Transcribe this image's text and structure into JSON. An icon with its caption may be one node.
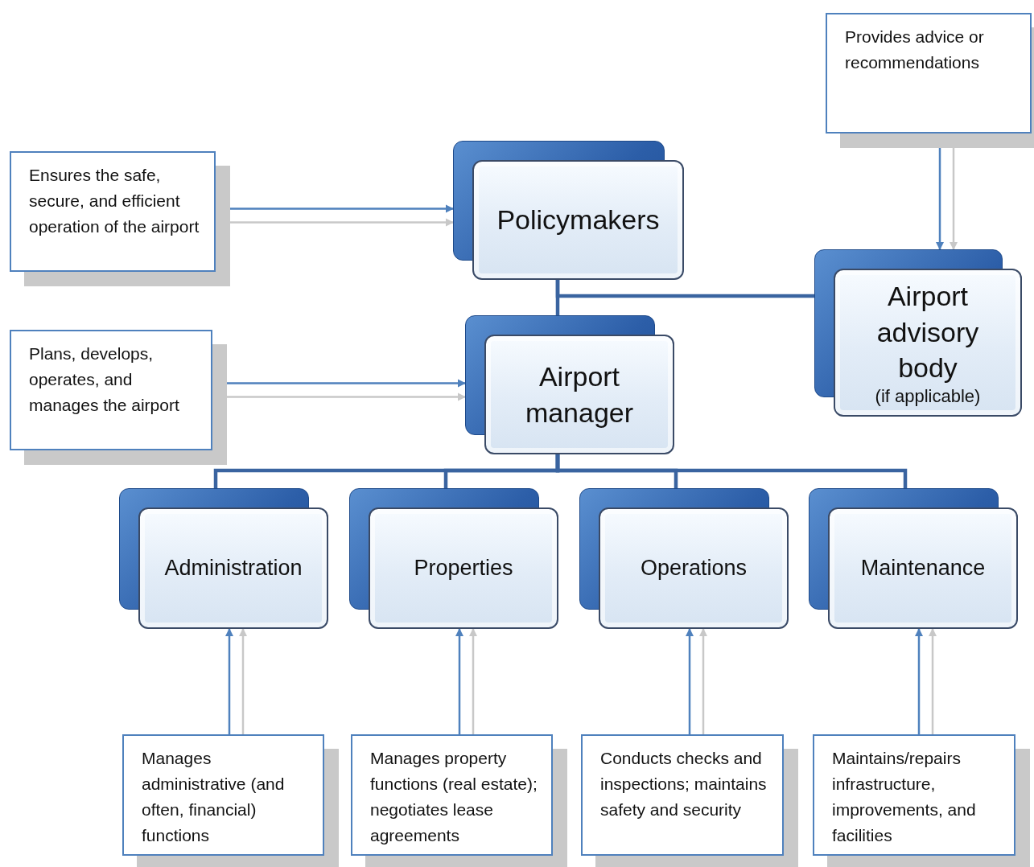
{
  "diagram": {
    "nodes": [
      {
        "text": [
          "Policymakers"
        ]
      },
      {
        "text": [
          "Airport manager"
        ]
      },
      {
        "text": [
          "Airport advisory body",
          "(if applicable)"
        ]
      },
      {
        "text": [
          "Administration"
        ]
      },
      {
        "text": [
          "Properties"
        ]
      },
      {
        "text": [
          "Operations"
        ]
      },
      {
        "text": [
          "Maintenance"
        ]
      },
      {
        "text": [
          "Ensures the safe, secure, and efficient operation of the airport"
        ]
      },
      {
        "text": [
          "Plans, develops, operates, and manages the airport"
        ]
      },
      {
        "text": [
          "Provides advice or recommendations"
        ]
      },
      {
        "text": [
          "Manages administrative (and often, financial) functions"
        ]
      },
      {
        "text": [
          "Manages property functions (real estate); negotiates lease agreements"
        ]
      },
      {
        "text": [
          "Conducts checks and inspections; maintains safety and security"
        ]
      },
      {
        "text": [
          "Maintains/repairs infrastructure, improvements, and facilities"
        ]
      }
    ],
    "edges": [
      {
        "from": 7,
        "to": 0,
        "arrow": "to"
      },
      {
        "from": 8,
        "to": 1,
        "arrow": "to"
      },
      {
        "from": 9,
        "to": 2,
        "arrow": "to"
      },
      {
        "from": 0,
        "to": 1,
        "arrow": "none",
        "style": "thick",
        "color": "#3a64a0"
      },
      {
        "from": 0,
        "to": 2,
        "arrow": "none",
        "style": "thick",
        "color": "#3a64a0"
      },
      {
        "from": 1,
        "to": 3,
        "arrow": "none",
        "style": "thick",
        "color": "#3a64a0"
      },
      {
        "from": 1,
        "to": 4,
        "arrow": "none",
        "style": "thick",
        "color": "#3a64a0"
      },
      {
        "from": 1,
        "to": 5,
        "arrow": "none",
        "style": "thick",
        "color": "#3a64a0"
      },
      {
        "from": 1,
        "to": 6,
        "arrow": "none",
        "style": "thick",
        "color": "#3a64a0"
      },
      {
        "from": 10,
        "to": 3,
        "arrow": "to"
      },
      {
        "from": 11,
        "to": 4,
        "arrow": "to"
      },
      {
        "from": 12,
        "to": 5,
        "arrow": "to"
      },
      {
        "from": 13,
        "to": 6,
        "arrow": "to"
      },
      {
        "from": 7,
        "to": 0,
        "arrow": "to",
        "color": "#c8c8c8"
      },
      {
        "from": 8,
        "to": 1,
        "arrow": "to",
        "color": "#c8c8c8"
      },
      {
        "from": 9,
        "to": 2,
        "arrow": "to",
        "color": "#c8c8c8"
      },
      {
        "from": 10,
        "to": 3,
        "arrow": "to",
        "color": "#c8c8c8"
      },
      {
        "from": 11,
        "to": 4,
        "arrow": "to",
        "color": "#c8c8c8"
      },
      {
        "from": 12,
        "to": 5,
        "arrow": "to",
        "color": "#c8c8c8"
      },
      {
        "from": 13,
        "to": 6,
        "arrow": "to",
        "color": "#c8c8c8"
      }
    ]
  }
}
